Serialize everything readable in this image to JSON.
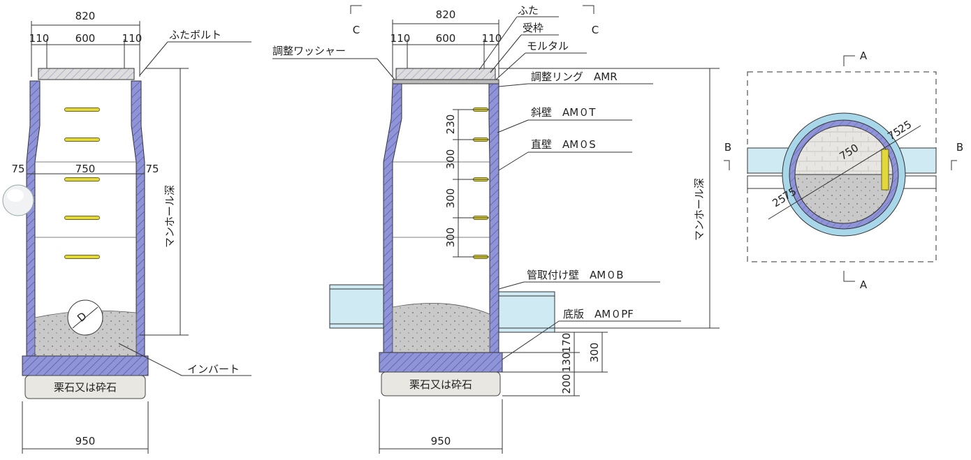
{
  "left_view": {
    "top_width": "820",
    "top_left": "110",
    "top_mid": "600",
    "top_right": "110",
    "mid_left": "75",
    "mid_width": "750",
    "mid_right": "75",
    "bottom_width": "950",
    "pipe_label": "D",
    "label_bolt": "ふたボルト",
    "label_invert": "インバート",
    "label_gravel": "栗石又は砕石",
    "label_depth": "マンホール深"
  },
  "middle_view": {
    "section_left": "C",
    "section_right": "C",
    "top_width": "820",
    "top_left": "110",
    "top_mid": "600",
    "top_right": "110",
    "step_1": "230",
    "step_2": "300",
    "step_3": "300",
    "step_4": "300",
    "base_1": "170",
    "base_2": "130",
    "base_3": "200",
    "base_total": "300",
    "bottom_width": "950",
    "label_washer": "調整ワッシャー",
    "label_lid": "ふた",
    "label_frame": "受枠",
    "label_mortar": "モルタル",
    "label_ring": "調整リング　AMR",
    "label_slope": "斜壁　AM０T",
    "label_straight": "直壁　AM０S",
    "label_pipe_wall": "管取付け壁　AM０B",
    "label_slab": "底版　AM０PF",
    "label_gravel": "栗石又は砕石",
    "label_depth": "マンホール深"
  },
  "plan_view": {
    "section_a_top": "A",
    "section_a_bottom": "A",
    "section_b_left": "B",
    "section_b_right": "B",
    "dim_750": "750",
    "dim_75_tr": "75",
    "dim_25_tr": "25",
    "dim_25_bl": "25",
    "dim_75_bl": "75"
  },
  "colors": {
    "wall": "#8f93d8",
    "rung": "#e2d83a",
    "concrete": "#c8c9c8",
    "pipe": "#cfeaf3"
  }
}
